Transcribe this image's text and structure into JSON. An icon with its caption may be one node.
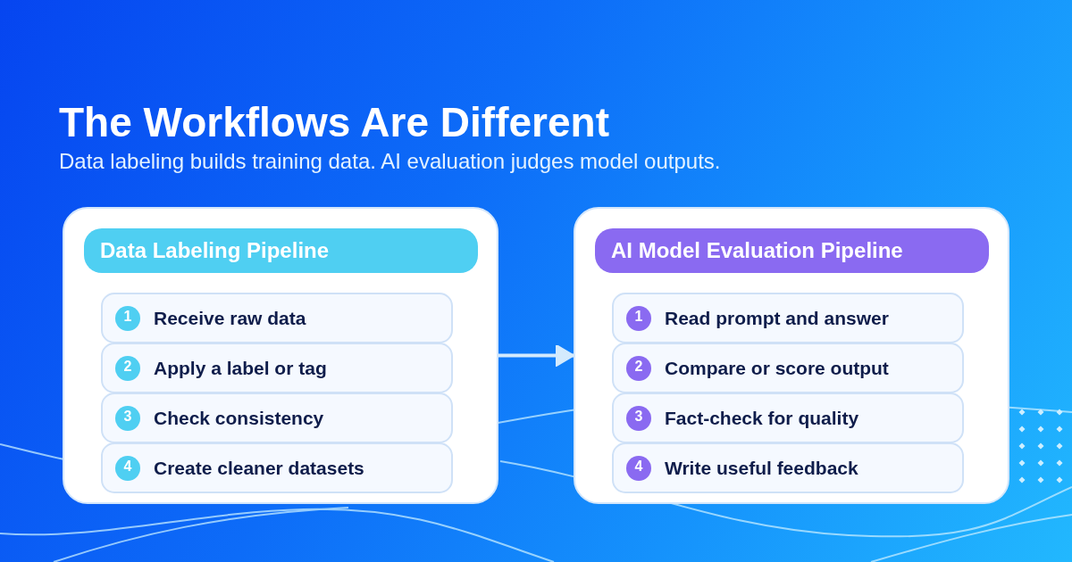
{
  "diagram": {
    "title": "The Workflows Are Different",
    "nodes": [
      {
        "text": [
          "Data Labeling Pipeline"
        ]
      },
      {
        "text": [
          "1",
          "Receive raw data"
        ],
        "in": 0
      },
      {
        "text": [
          "2",
          "Apply a label or tag"
        ],
        "in": 0
      },
      {
        "text": [
          "3",
          "Check consistency"
        ],
        "in": 0
      },
      {
        "text": [
          "4",
          "Create cleaner datasets"
        ],
        "in": 0
      },
      {
        "text": [
          "AI Model Evaluation Pipeline"
        ]
      },
      {
        "text": [
          "1",
          "Read prompt and answer"
        ],
        "in": 5
      },
      {
        "text": [
          "2",
          "Compare or score output"
        ],
        "in": 5
      },
      {
        "text": [
          "3",
          "Fact-check for quality"
        ],
        "in": 5
      },
      {
        "text": [
          "4",
          "Write useful feedback"
        ],
        "in": 5
      }
    ],
    "edges": [
      {
        "from": 0,
        "to": 5,
        "arrow": "to"
      }
    ],
    "labels": [
      "Data labeling builds training data. AI evaluation judges model outputs."
    ]
  }
}
